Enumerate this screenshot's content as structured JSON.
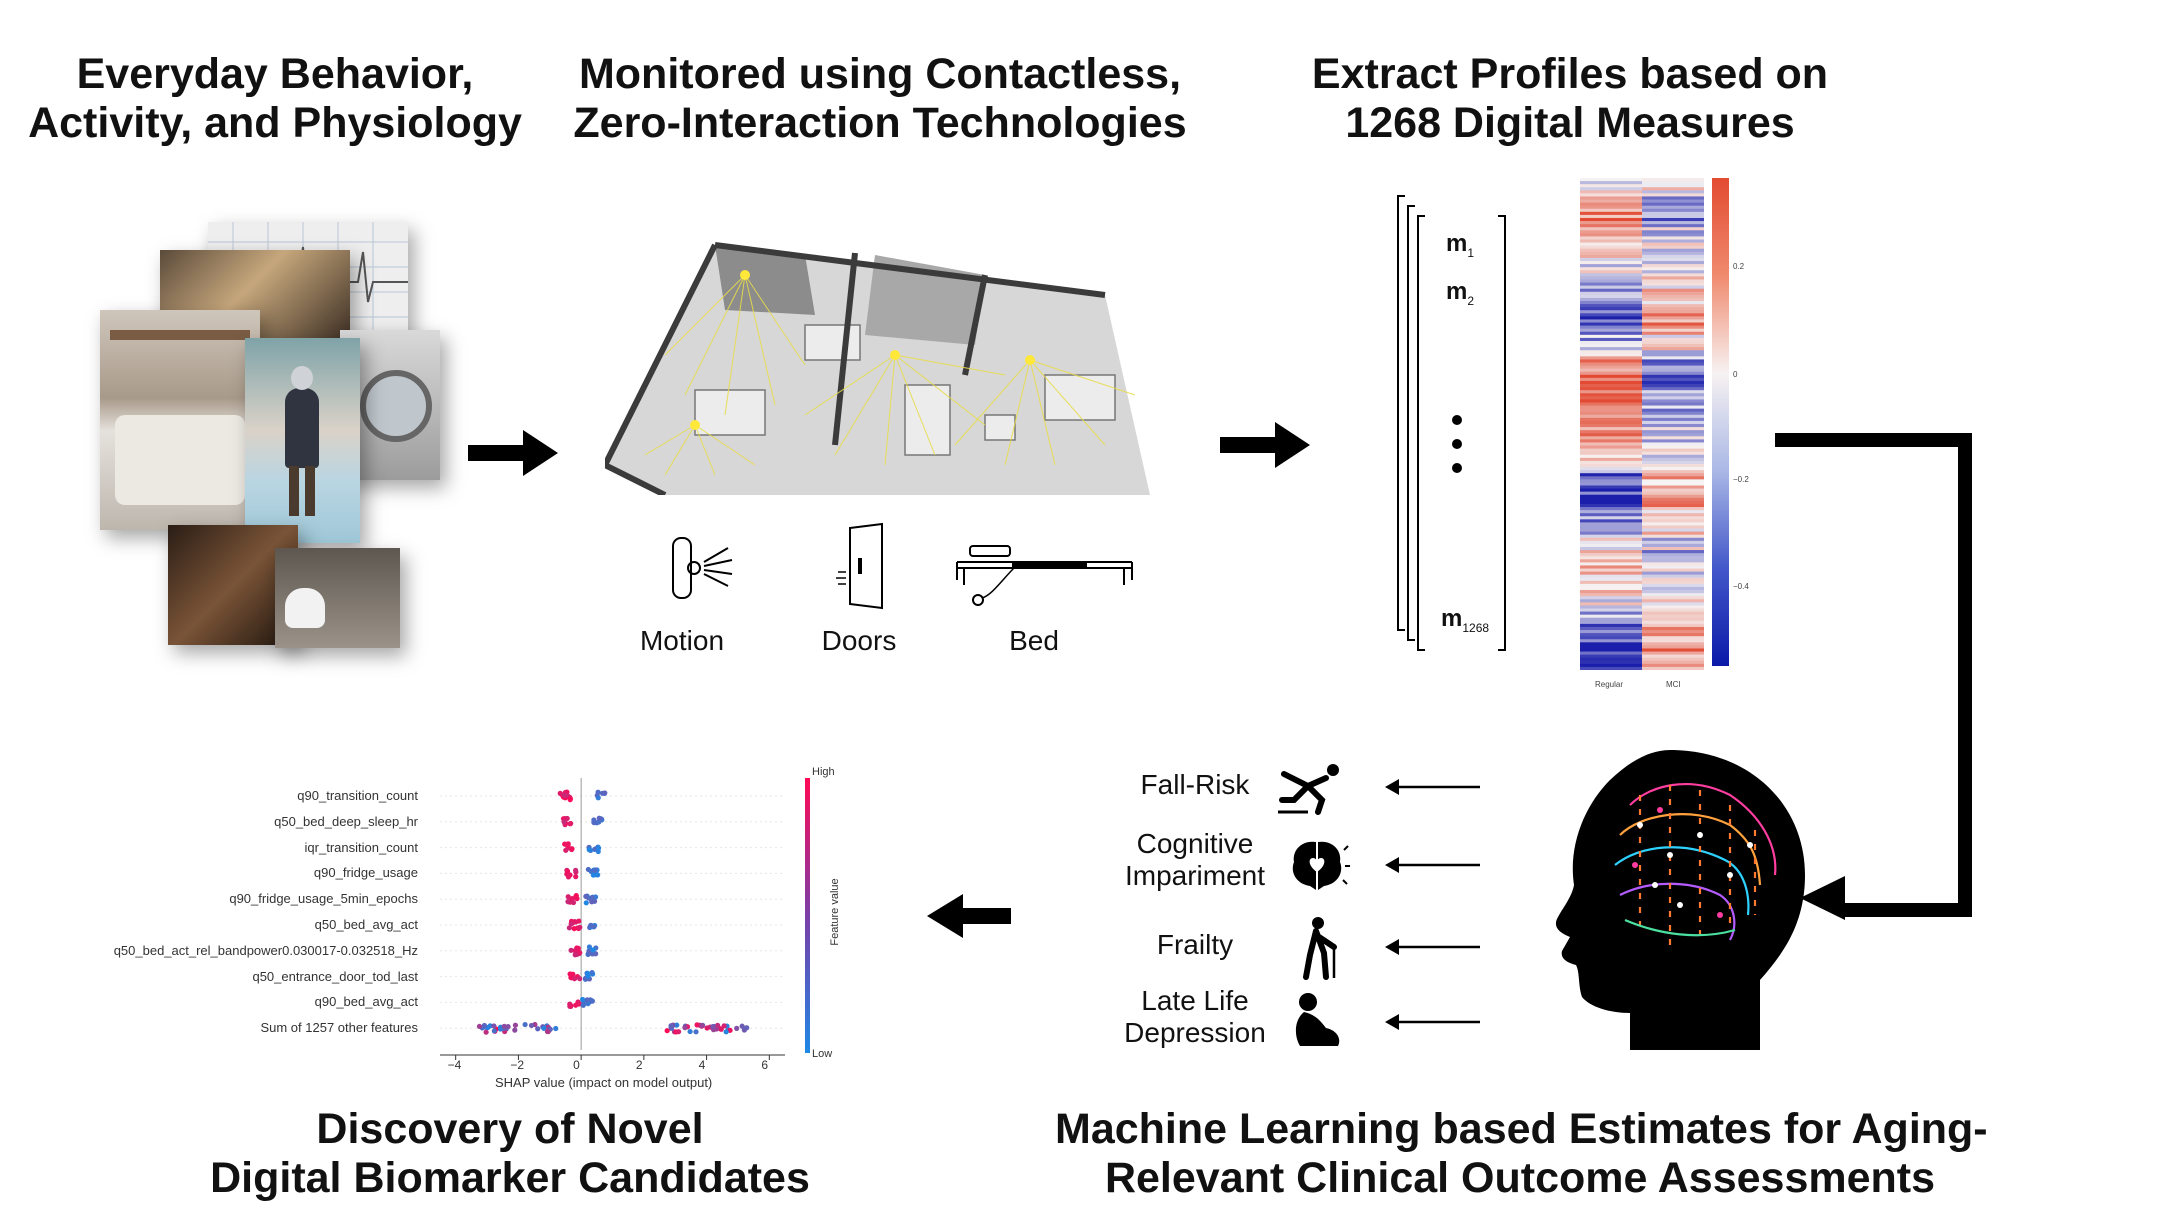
{
  "titles": {
    "everyday": [
      "Everyday Behavior,",
      "Activity, and Physiology"
    ],
    "monitored": [
      "Monitored using Contactless,",
      "Zero-Interaction Technologies"
    ],
    "extract": [
      "Extract Profiles based on",
      "1268 Digital Measures"
    ],
    "discovery": [
      "Discovery of Novel",
      "Digital Biomarker Candidates"
    ],
    "ml": [
      "Machine Learning based Estimates for Aging-",
      "Relevant Clinical Outcome Assessments"
    ]
  },
  "sensors": [
    {
      "label": "Motion",
      "icon": "motion-sensor-icon"
    },
    {
      "label": "Doors",
      "icon": "door-sensor-icon"
    },
    {
      "label": "Bed",
      "icon": "bed-sensor-icon"
    }
  ],
  "measures": {
    "m": "m",
    "subs": [
      "1",
      "2",
      "1268"
    ]
  },
  "heatmap": {
    "columns": [
      "Regular",
      "MCI"
    ],
    "colorbar_ticks": [
      "0.2",
      "0",
      "−0.2",
      "−0.4"
    ],
    "colors": {
      "high": "#e34a33",
      "mid": "#f7f7f7",
      "low": "#1a1aa6"
    }
  },
  "outcomes": [
    {
      "label": "Fall-Risk",
      "icon": "falling-person-icon"
    },
    {
      "label": "Cognitive Impariment",
      "icon": "brain-heart-icon"
    },
    {
      "label": "Frailty",
      "icon": "elderly-cane-icon"
    },
    {
      "label": "Late Life Depression",
      "icon": "sad-person-icon"
    }
  ],
  "chart_data": {
    "type": "scatter",
    "xlabel": "SHAP value (impact on model output)",
    "xlim": [
      -4.5,
      6.5
    ],
    "xticks": [
      "−4",
      "−2",
      "0",
      "2",
      "4",
      "6"
    ],
    "colorbar": {
      "label": "Feature value",
      "high": "High",
      "low": "Low"
    },
    "features": [
      {
        "name": "q90_transition_count",
        "low_shap": 0.6,
        "high_shap": -0.5
      },
      {
        "name": "q50_bed_deep_sleep_hr",
        "low_shap": 0.5,
        "high_shap": -0.4
      },
      {
        "name": "iqr_transition_count",
        "low_shap": 0.4,
        "high_shap": -0.4
      },
      {
        "name": "q90_fridge_usage",
        "low_shap": 0.4,
        "high_shap": -0.3
      },
      {
        "name": "q90_fridge_usage_5min_epochs",
        "low_shap": 0.3,
        "high_shap": -0.3
      },
      {
        "name": "q50_bed_avg_act",
        "low_shap": 0.3,
        "high_shap": -0.2
      },
      {
        "name": "q50_bed_act_rel_bandpower0.030017-0.032518_Hz",
        "low_shap": 0.3,
        "high_shap": -0.2
      },
      {
        "name": "q50_entrance_door_tod_last",
        "low_shap": 0.3,
        "high_shap": -0.2
      },
      {
        "name": "q90_bed_avg_act",
        "low_shap": 0.2,
        "high_shap": -0.2
      },
      {
        "name": "Sum of 1257 other features",
        "low_shap": -2.0,
        "high_shap": 4.0
      }
    ]
  }
}
